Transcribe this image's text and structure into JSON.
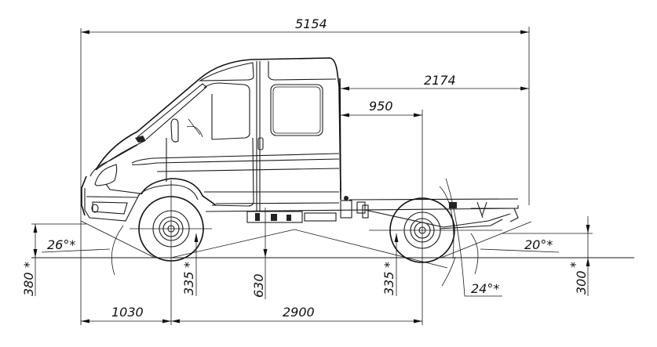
{
  "diagram": {
    "type": "technical-drawing",
    "subject": "vehicle-chassis-cab-side-view",
    "line_color": "#1a1a1a",
    "background": "#ffffff",
    "dimensions": {
      "overall_length": "5154",
      "rear_overhang_from_cab": "2174",
      "cab_to_rear_axle": "950",
      "front_overhang": "1030",
      "wheelbase": "2900",
      "front_bumper_height": "380",
      "front_bumper_height_mark": "*",
      "front_axle_clearance": "335",
      "front_axle_clearance_mark": "*",
      "mid_clearance": "630",
      "rear_axle_clearance": "335",
      "rear_axle_clearance_mark": "*",
      "rear_frame_height": "300",
      "rear_frame_height_mark": "*"
    },
    "angles": {
      "approach_angle": "26°*",
      "departure_angle": "20°*",
      "ramp_angle": "24°*"
    }
  }
}
